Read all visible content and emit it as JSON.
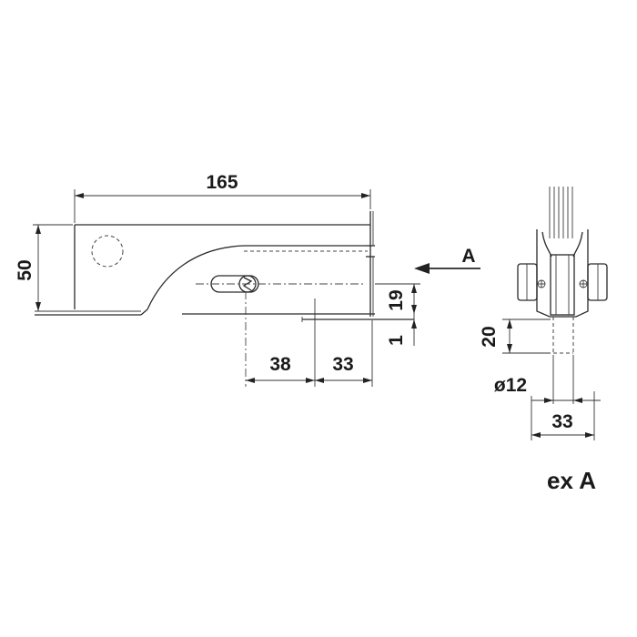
{
  "front_view": {
    "dim_length": "165",
    "dim_height": "50",
    "dim_key_offset": "38",
    "dim_key_to_end": "33",
    "dim_key_height": "19",
    "dim_bottom_gap": "1",
    "view_arrow_label": "A"
  },
  "side_view": {
    "dim_pin_length": "20",
    "dim_pin_diameter": "ø12",
    "dim_width": "33",
    "caption": "ex A"
  }
}
